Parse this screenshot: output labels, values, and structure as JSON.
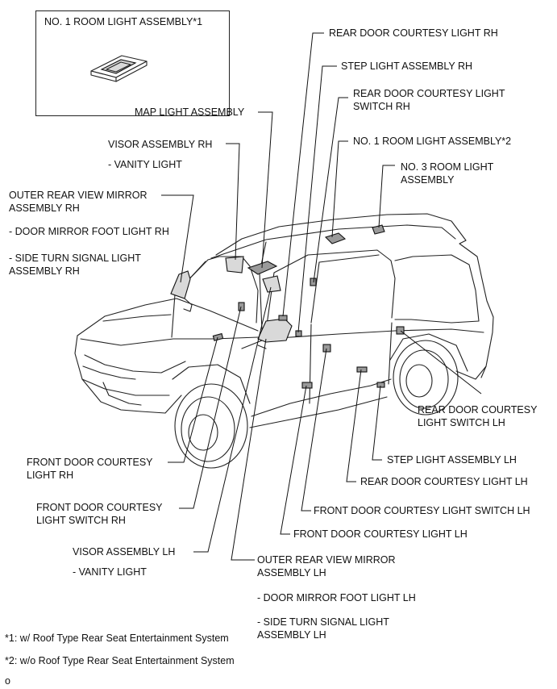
{
  "inset": {
    "title": "NO. 1 ROOM LIGHT ASSEMBLY*1"
  },
  "labels": {
    "rear_door_courtesy_light_rh": "REAR DOOR COURTESY LIGHT RH",
    "step_light_assembly_rh": "STEP LIGHT ASSEMBLY RH",
    "rear_door_courtesy_light_switch_rh": "REAR DOOR COURTESY LIGHT\nSWITCH RH",
    "map_light_assembly": "MAP LIGHT ASSEMBLY",
    "no1_room_light_assembly_2": "NO. 1 ROOM LIGHT ASSEMBLY*2",
    "visor_assembly_rh": "VISOR ASSEMBLY RH",
    "vanity_light_rh": "- VANITY LIGHT",
    "no3_room_light_assembly": "NO. 3 ROOM LIGHT\nASSEMBLY",
    "outer_rear_view_mirror_rh": "OUTER REAR VIEW MIRROR\nASSEMBLY RH",
    "door_mirror_foot_light_rh": "- DOOR MIRROR FOOT LIGHT RH",
    "side_turn_signal_light_rh": "- SIDE TURN SIGNAL LIGHT\nASSEMBLY RH",
    "rear_door_courtesy_light_switch_lh": "REAR DOOR COURTESY\nLIGHT SWITCH LH",
    "front_door_courtesy_light_rh": "FRONT DOOR COURTESY\nLIGHT RH",
    "step_light_assembly_lh": "STEP LIGHT ASSEMBLY LH",
    "rear_door_courtesy_light_lh": "REAR DOOR COURTESY LIGHT LH",
    "front_door_courtesy_light_switch_rh": "FRONT DOOR COURTESY\nLIGHT SWITCH RH",
    "front_door_courtesy_light_switch_lh": "FRONT DOOR COURTESY LIGHT SWITCH LH",
    "front_door_courtesy_light_lh": "FRONT DOOR COURTESY LIGHT LH",
    "visor_assembly_lh": "VISOR ASSEMBLY LH",
    "vanity_light_lh": "- VANITY LIGHT",
    "outer_rear_view_mirror_lh": "OUTER REAR VIEW MIRROR\nASSEMBLY LH",
    "door_mirror_foot_light_lh": "- DOOR MIRROR FOOT LIGHT LH",
    "side_turn_signal_light_lh": "- SIDE TURN SIGNAL LIGHT\nASSEMBLY LH"
  },
  "footnotes": {
    "note1": "*1: w/ Roof Type Rear Seat Entertainment System",
    "note2": "*2: w/o Roof Type Rear Seat Entertainment System"
  },
  "figure_mark": "o"
}
